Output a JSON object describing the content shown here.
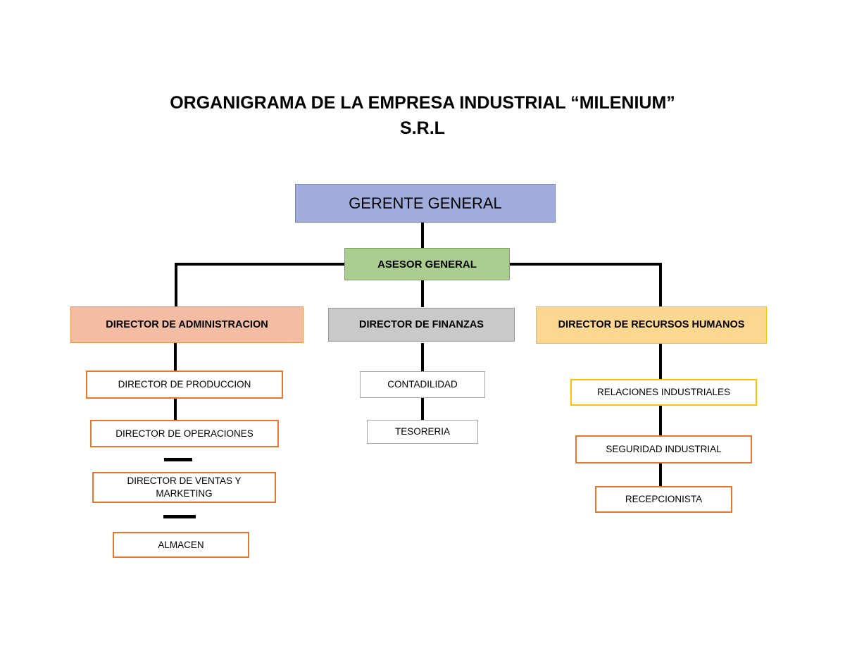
{
  "document": {
    "title_line1": "ORGANIGRAMA DE LA EMPRESA INDUSTRIAL “MILENIUM”",
    "title_line2": "S.R.L"
  },
  "chart_type": "organizational-chart",
  "colors": {
    "top_fill": "#9FACDC",
    "asesor_fill": "#A9CE8F",
    "admin_fill": "#F4BDA3",
    "finanzas_fill": "#C9C9C9",
    "rrhh_fill": "#FCD790",
    "orange_border": "#E8762C",
    "gold_border": "#FFC000",
    "gray_border": "#A6A6A6",
    "connector": "#000000",
    "page_background": "#FFFFFF"
  },
  "nodes": {
    "gerente_general": {
      "label": "GERENTE GENERAL"
    },
    "asesor_general": {
      "label": "ASESOR GENERAL"
    },
    "director_administracion": {
      "label": "DIRECTOR DE ADMINISTRACION"
    },
    "director_finanzas": {
      "label": "DIRECTOR DE FINANZAS"
    },
    "director_recursos_humanos": {
      "label": "DIRECTOR DE RECURSOS HUMANOS"
    },
    "director_produccion": {
      "label": "DIRECTOR DE PRODUCCION"
    },
    "director_operaciones": {
      "label": "DIRECTOR DE OPERACIONES"
    },
    "director_ventas_marketing": {
      "label": "DIRECTOR DE VENTAS Y MARKETING"
    },
    "almacen": {
      "label": "ALMACEN"
    },
    "contadilidad": {
      "label": "CONTADILIDAD"
    },
    "tesoreria": {
      "label": "TESORERIA"
    },
    "relaciones_industriales": {
      "label": "RELACIONES INDUSTRIALES"
    },
    "seguridad_industrial": {
      "label": "SEGURIDAD INDUSTRIAL"
    },
    "recepcionista": {
      "label": "RECEPCIONISTA"
    }
  },
  "hierarchy": {
    "root": "gerente_general",
    "edges": [
      [
        "gerente_general",
        "asesor_general"
      ],
      [
        "asesor_general",
        "director_administracion"
      ],
      [
        "asesor_general",
        "director_finanzas"
      ],
      [
        "asesor_general",
        "director_recursos_humanos"
      ],
      [
        "director_administracion",
        "director_produccion"
      ],
      [
        "director_produccion",
        "director_operaciones"
      ],
      [
        "director_operaciones",
        "director_ventas_marketing"
      ],
      [
        "director_ventas_marketing",
        "almacen"
      ],
      [
        "director_finanzas",
        "contadilidad"
      ],
      [
        "contadilidad",
        "tesoreria"
      ],
      [
        "director_recursos_humanos",
        "relaciones_industriales"
      ],
      [
        "relaciones_industriales",
        "seguridad_industrial"
      ],
      [
        "seguridad_industrial",
        "recepcionista"
      ]
    ]
  }
}
